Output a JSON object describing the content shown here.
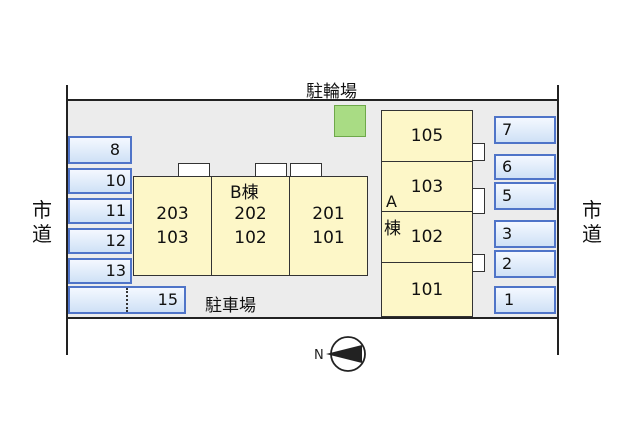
{
  "labels": {
    "bicycle_parking": "駐輪場",
    "parking_lot": "駐車場",
    "building_b": "B棟",
    "building_a_letter": "A",
    "building_a_kanji": "棟",
    "road_left": "市道",
    "road_right": "市道",
    "compass": "N"
  },
  "building_b": {
    "units": [
      {
        "top": "203",
        "bottom": "103"
      },
      {
        "top": "202",
        "bottom": "102"
      },
      {
        "top": "201",
        "bottom": "101"
      }
    ]
  },
  "building_a": {
    "units": [
      "105",
      "103",
      "102",
      "101"
    ]
  },
  "parking_left": [
    "8",
    "10",
    "11",
    "12",
    "13",
    "15"
  ],
  "parking_right": [
    "7",
    "6",
    "5",
    "3",
    "2",
    "1"
  ],
  "colors": {
    "space_border": "#4f74c8",
    "building_fill": "#fdf7c8",
    "bike_fill": "#a9dc84",
    "lot_fill": "#ececec"
  }
}
